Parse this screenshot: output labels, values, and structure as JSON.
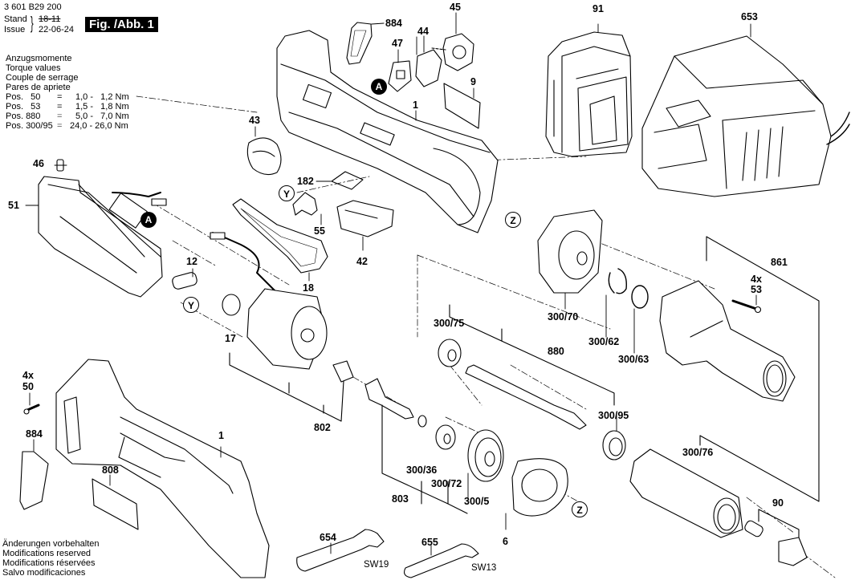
{
  "header": {
    "doc_number": "3 601 B29 200",
    "stand_label": "Stand",
    "stand_value": "18-11",
    "issue_label": "Issue",
    "issue_value": "22-06-24",
    "figure_title": "Fig. /Abb. 1"
  },
  "torque_notes": {
    "lines": [
      "Anzugsmomente",
      "Torque values",
      "Couple de serrage",
      "Pares de apriete"
    ],
    "values": [
      {
        "pos": "Pos.   50",
        "eq": "=",
        "range": "1,0 -   1,2 Nm"
      },
      {
        "pos": "Pos.   53",
        "eq": "=",
        "range": "1,5 -   1,8 Nm"
      },
      {
        "pos": "Pos. 880",
        "eq": "=",
        "range": "5,0 -   7,0 Nm"
      },
      {
        "pos": "Pos. 300/95",
        "eq": "=",
        "range": "24,0 - 26,0 Nm"
      }
    ]
  },
  "footer_notes": [
    "Änderungen vorbehalten",
    "Modifications reserved",
    "Modifications réservées",
    "Salvo modificaciones"
  ],
  "callouts": {
    "A": "A",
    "Y": "Y",
    "Z": "Z"
  },
  "parts": {
    "p884_top": "884",
    "p45": "45",
    "p44": "44",
    "p47": "47",
    "p9": "9",
    "p1_top": "1",
    "p43": "43",
    "p182": "182",
    "p55": "55",
    "p42": "42",
    "p18": "18",
    "p46": "46",
    "p51": "51",
    "p12": "12",
    "p91": "91",
    "p653": "653",
    "p861": "861",
    "p53_qty": "4x",
    "p53": "53",
    "p300_70": "300/70",
    "p300_62": "300/62",
    "p300_63": "300/63",
    "p300_75": "300/75",
    "p880": "880",
    "p300_95": "300/95",
    "p17": "17",
    "p802": "802",
    "p50_qty": "4x",
    "p50": "50",
    "p884_bottom": "884",
    "p808": "808",
    "p1_bottom": "1",
    "p300_36": "300/36",
    "p300_72": "300/72",
    "p300_5": "300/5",
    "p803": "803",
    "p6": "6",
    "p300_76": "300/76",
    "p90": "90",
    "p654": "654",
    "p655": "655",
    "sw19": "SW19",
    "sw13": "SW13"
  }
}
